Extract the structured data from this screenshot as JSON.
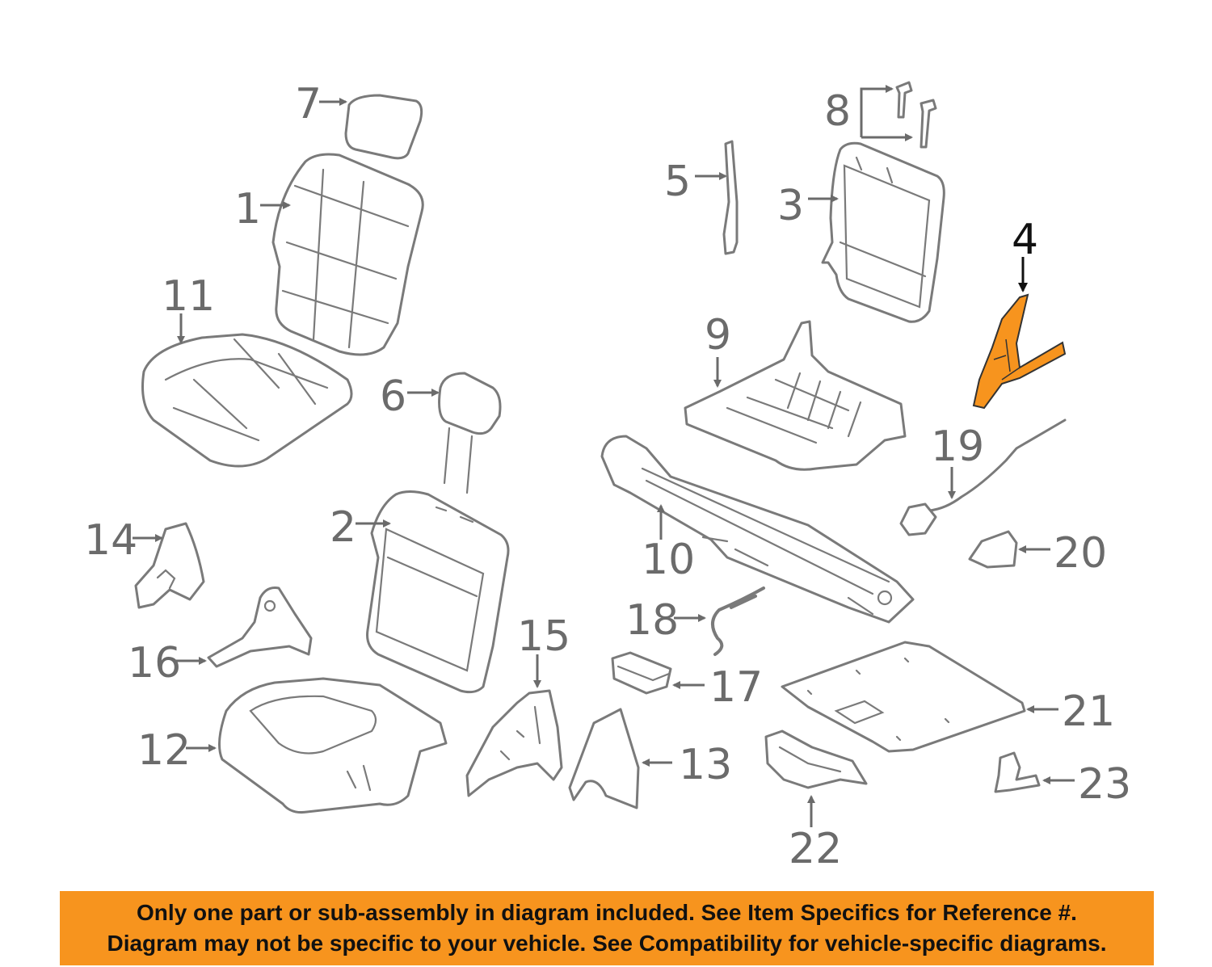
{
  "callouts": {
    "c1": "1",
    "c2": "2",
    "c3": "3",
    "c4": "4",
    "c5": "5",
    "c6": "6",
    "c7": "7",
    "c8": "8",
    "c9": "9",
    "c10": "10",
    "c11": "11",
    "c12": "12",
    "c13": "13",
    "c14": "14",
    "c15": "15",
    "c16": "16",
    "c17": "17",
    "c18": "18",
    "c19": "19",
    "c20": "20",
    "c21": "21",
    "c22": "22",
    "c23": "23"
  },
  "colors": {
    "highlight_part": "#f7941e",
    "banner": "#f7941e",
    "line_art": "#7a7a7a"
  },
  "banner": {
    "line1": "Only one part or sub-assembly in diagram included. See Item Specifics for Reference #.",
    "line2": "Diagram may not be specific to your vehicle. See Compatibility for vehicle-specific diagrams."
  }
}
